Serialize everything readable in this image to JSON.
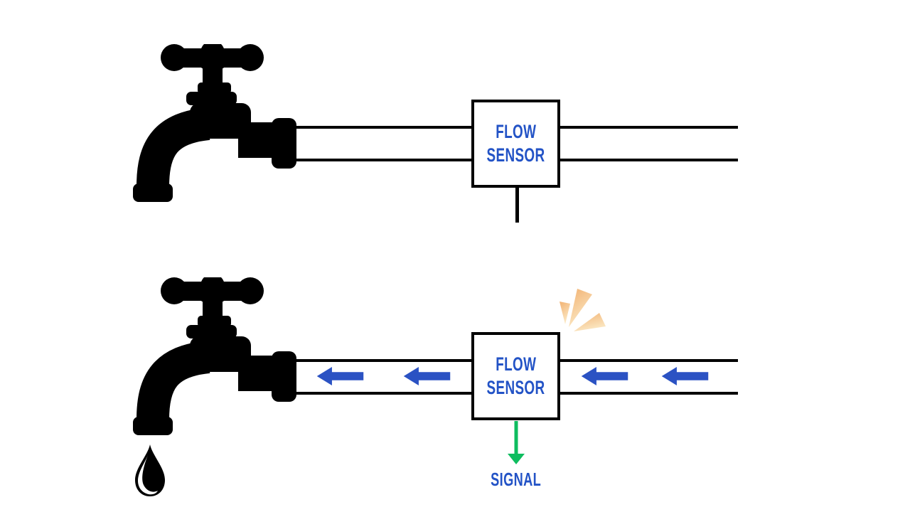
{
  "colors": {
    "background": "#ffffff",
    "pipe_line": "#000000",
    "faucet_black": "#000000",
    "label_blue": "#2353c6",
    "arrow_blue": "#2b52c3",
    "signal_green": "#0ebd5f",
    "sparkle_orange_dark": "#f2b272",
    "sparkle_orange_light": "#fbe8c4"
  },
  "icons": {
    "faucet": "faucet-silhouette",
    "drip": "water-drop",
    "flow_direction": "left-arrow",
    "alert": "sparkle-burst",
    "signal_direction": "down-arrow"
  },
  "scenes": [
    {
      "name": "no-flow",
      "sensor_box": {
        "line1": "FLOW",
        "line2": "SENSOR"
      }
    },
    {
      "name": "flow-detected",
      "sensor_box": {
        "line1": "FLOW",
        "line2": "SENSOR"
      },
      "signal_label": "SIGNAL",
      "flow_arrow_count": 4
    }
  ]
}
